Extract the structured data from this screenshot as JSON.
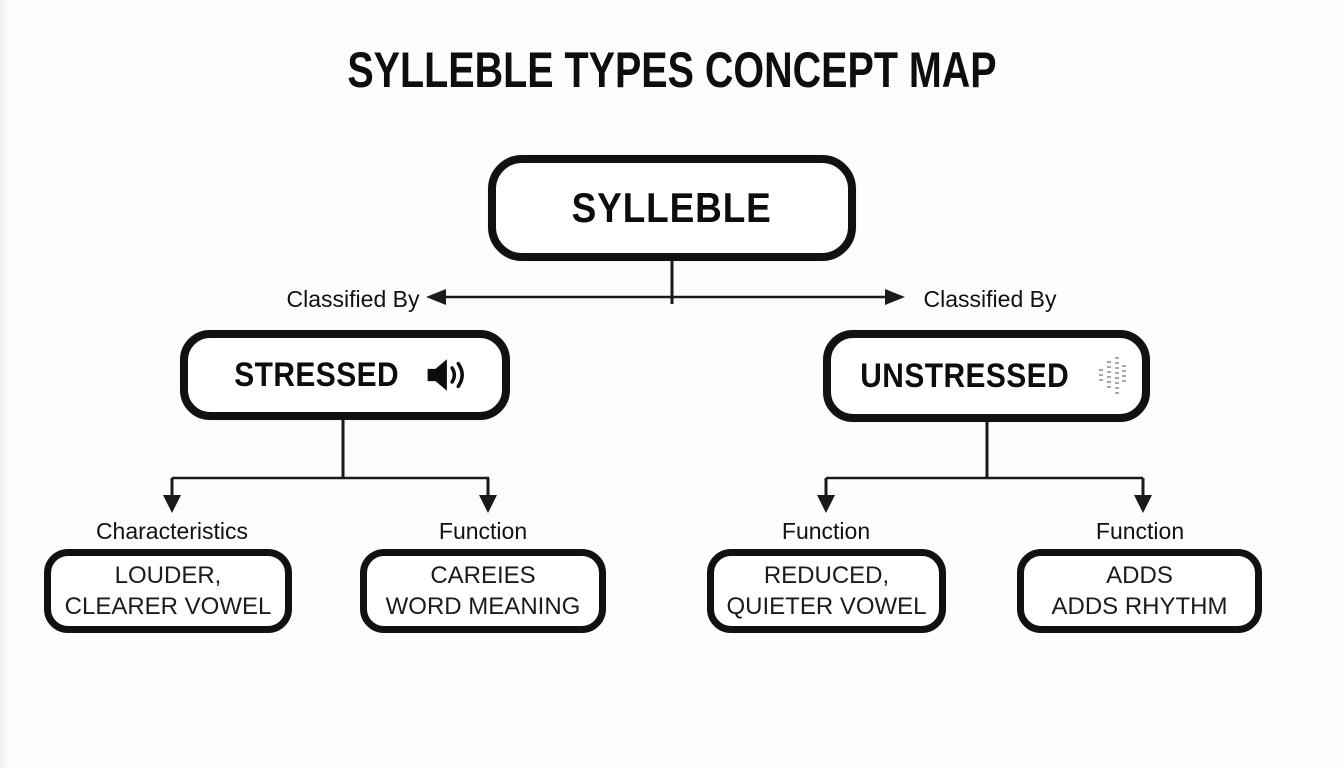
{
  "title": "SYLLEBLE TYPES CONCEPT MAP",
  "root": {
    "label": "SYLLEBLE"
  },
  "edges": {
    "left_label": "Classified By",
    "right_label": "Classified By"
  },
  "branches": [
    {
      "label": "STRESSED",
      "icon": "speaker-loud-icon",
      "children": [
        {
          "relation": "Characteristics",
          "lines": [
            "LOUDER,",
            "CLEARER VOWEL"
          ]
        },
        {
          "relation": "Function",
          "lines": [
            "CAREIES",
            "WORD MEANING"
          ]
        }
      ]
    },
    {
      "label": "UNSTRESSED",
      "icon": "dotted-noise-icon",
      "children": [
        {
          "relation": "Function",
          "lines": [
            "REDUCED,",
            "QUIETER VOWEL"
          ]
        },
        {
          "relation": "Function",
          "lines": [
            "ADDS",
            "ADDS RHYTHM"
          ]
        }
      ]
    }
  ],
  "colors": {
    "background": "#fcfdfd",
    "box_border": "#111111",
    "text": "#141414",
    "line": "#1a1a1a"
  }
}
